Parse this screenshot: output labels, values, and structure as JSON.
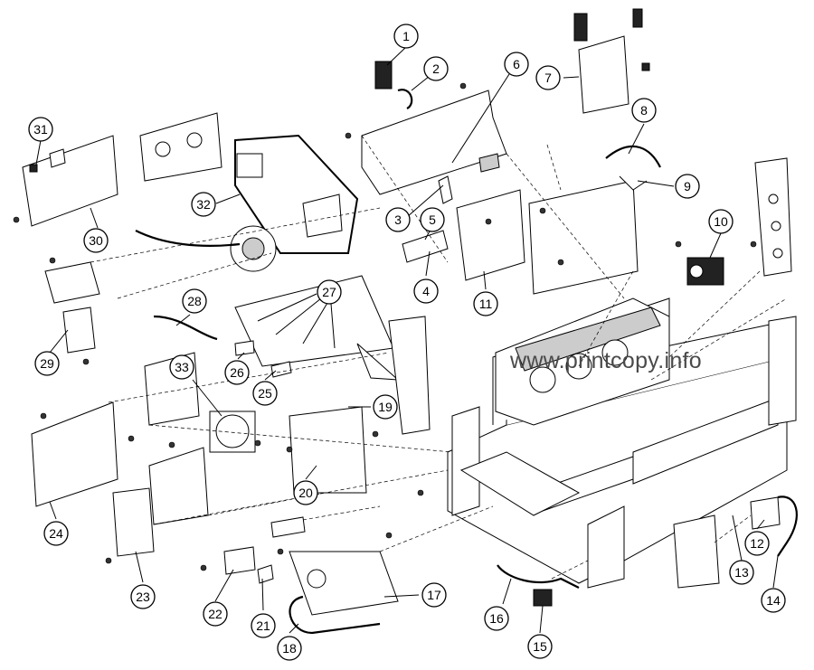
{
  "watermark": "www.printcopy.info",
  "callouts": [
    "1",
    "2",
    "3",
    "4",
    "5",
    "6",
    "7",
    "8",
    "9",
    "10",
    "11",
    "12",
    "13",
    "14",
    "15",
    "16",
    "17",
    "18",
    "19",
    "20",
    "21",
    "22",
    "23",
    "24",
    "25",
    "26",
    "27",
    "28",
    "29",
    "30",
    "31",
    "32",
    "33"
  ]
}
